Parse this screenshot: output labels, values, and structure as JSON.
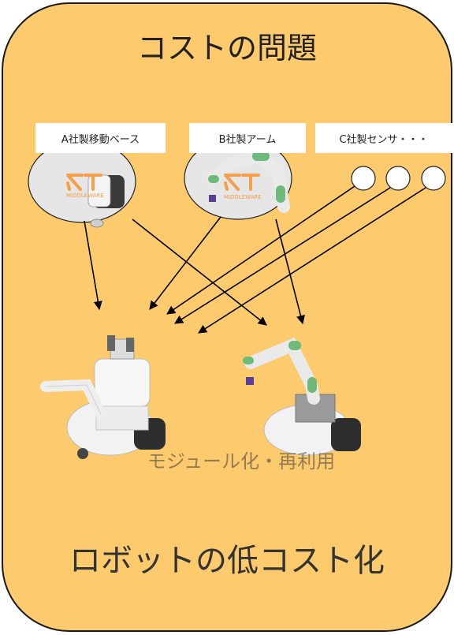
{
  "title": "コストの問題",
  "modules": [
    {
      "label": "A社製移動ベース",
      "logo_text": "MIDDLEWARE"
    },
    {
      "label": "B社製アーム",
      "logo_text": "MIDDLEWARE"
    },
    {
      "label": "C社製センサ・・・"
    }
  ],
  "overlay_text": "モジュール化・再利用",
  "bottom_text": "ロボットの低コスト化",
  "colors": {
    "panel_fill": "#FDCB6E",
    "panel_stroke": "#1a1a1a",
    "ellipse_fill": "#E6E6E6",
    "logo_orange": "#F5A04A",
    "logo_purple": "#5B3E9A",
    "arm_green": "#6DBA7A"
  }
}
